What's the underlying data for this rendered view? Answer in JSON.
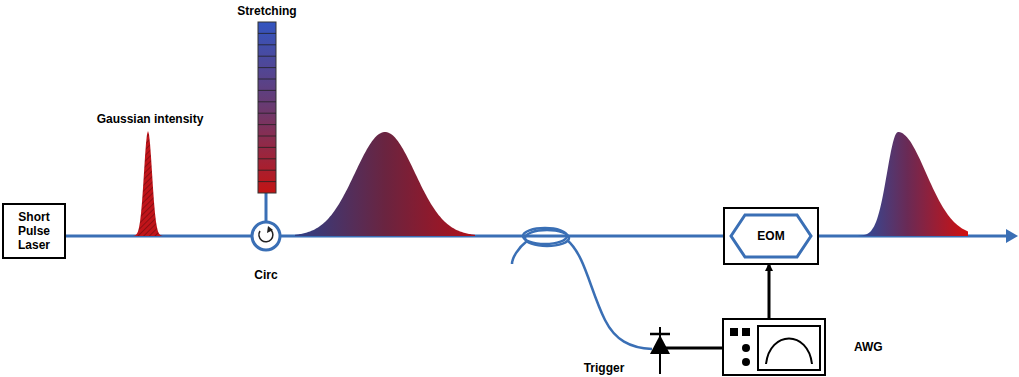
{
  "diagram": {
    "nodes": [
      {
        "text": [
          "Short Pulse Laser"
        ]
      },
      {
        "text": [
          "EOM"
        ]
      },
      {
        "text": [
          "AWG"
        ]
      }
    ],
    "edges": [
      {
        "from": 0,
        "to": 1,
        "arrow": "none"
      },
      {
        "from": 2,
        "to": 1,
        "arrow": "to"
      }
    ],
    "labels": [
      "Gaussian intensity",
      "Stretching",
      "Circ",
      "Trigger"
    ]
  }
}
